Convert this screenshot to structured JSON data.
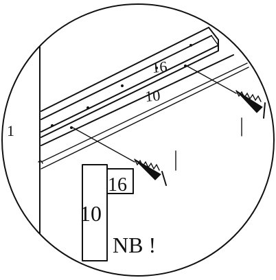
{
  "labels": {
    "part_side_panel": "1",
    "part_rail_top": "16",
    "part_rail_mid": "10",
    "inset_top": "16",
    "inset_main": "10",
    "note": "NB !"
  },
  "colors": {
    "ink": "#111111",
    "background": "#ffffff"
  },
  "icons": {
    "screw": "screw-icon"
  }
}
